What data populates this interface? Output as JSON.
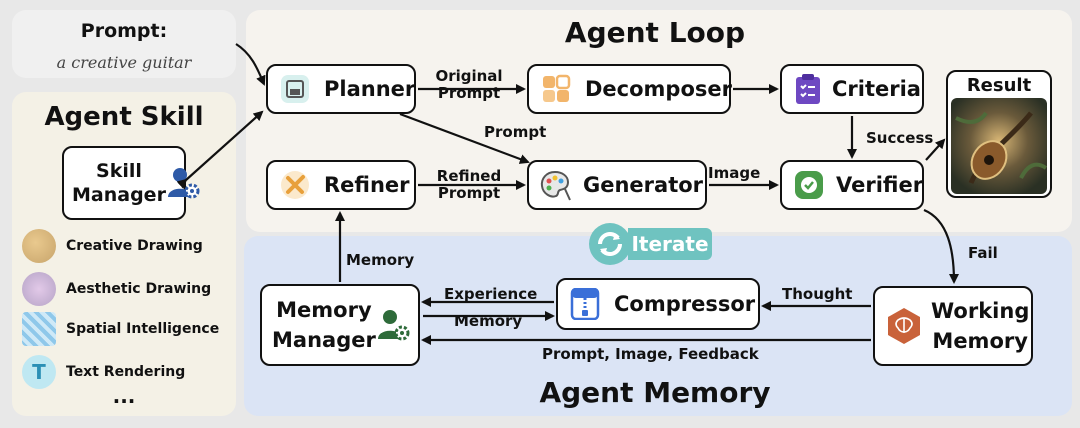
{
  "prompt": {
    "label": "Prompt:",
    "text": "a creative guitar"
  },
  "agent_skill": {
    "title": "Agent Skill",
    "manager_line1": "Skill",
    "manager_line2": "Manager",
    "items": [
      "Creative Drawing",
      "Aesthetic Drawing",
      "Spatial Intelligence",
      "Text Rendering"
    ],
    "more": "..."
  },
  "agent_loop": {
    "title": "Agent Loop",
    "planner": "Planner",
    "decomposer": "Decomposer",
    "criteria": "Criteria",
    "refiner": "Refiner",
    "generator": "Generator",
    "verifier": "Verifier",
    "result": "Result"
  },
  "edges": {
    "original_prompt_1": "Original",
    "original_prompt_2": "Prompt",
    "prompt": "Prompt",
    "refined_prompt_1": "Refined",
    "refined_prompt_2": "Prompt",
    "image": "Image",
    "success": "Success",
    "fail": "Fail",
    "memory_up": "Memory",
    "thought": "Thought",
    "experience": "Experience",
    "memory_in": "Memory",
    "prompt_image_feedback": "Prompt, Image, Feedback"
  },
  "iterate": "Iterate",
  "agent_memory": {
    "title": "Agent Memory",
    "manager_line1": "Memory",
    "manager_line2": "Manager",
    "compressor": "Compressor",
    "working_line1": "Working",
    "working_line2": "Memory"
  },
  "colors": {
    "loop_bg": "#f6f3ee",
    "skill_bg": "#f4f1e6",
    "memory_bg": "#dbe4f5",
    "iterate": "#6fc3c0",
    "person": "#2e5aa7",
    "person_green": "#2e6b3a",
    "verifier": "#4a9c4a",
    "criteria": "#6e48c2",
    "working": "#c9623a"
  },
  "icons": {
    "planner": "floppy-icon",
    "decomposer": "grid-icon",
    "criteria": "clipboard-icon",
    "refiner": "tools-icon",
    "generator": "palette-icon",
    "verifier": "check-icon",
    "compressor": "zip-icon",
    "working": "brain-icon",
    "skill_manager": "user-gear-icon",
    "memory_manager": "user-gear-icon"
  }
}
